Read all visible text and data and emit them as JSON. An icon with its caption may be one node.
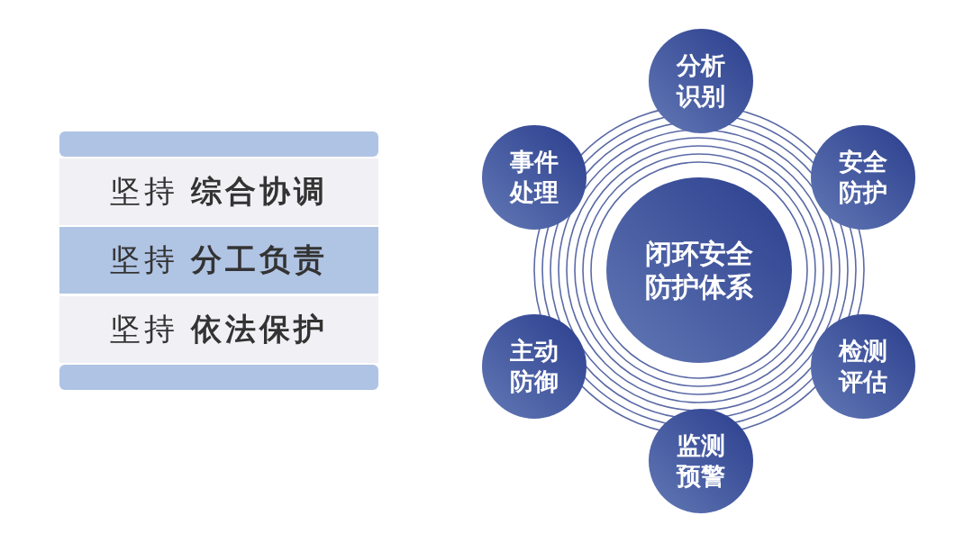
{
  "diagram": {
    "nodes": [
      {
        "text": [
          "坚持 **综合协调**"
        ]
      },
      {
        "text": [
          "坚持 **分工负责**"
        ]
      },
      {
        "text": [
          "坚持 **依法保护**"
        ]
      },
      {
        "text": [
          "闭环安全防护体系"
        ]
      },
      {
        "text": [
          "分析识别"
        ]
      },
      {
        "text": [
          "安全防护"
        ]
      },
      {
        "text": [
          "检测评估"
        ]
      },
      {
        "text": [
          "监测预警"
        ]
      },
      {
        "text": [
          "主动防御"
        ]
      },
      {
        "text": [
          "事件处理"
        ]
      }
    ]
  }
}
